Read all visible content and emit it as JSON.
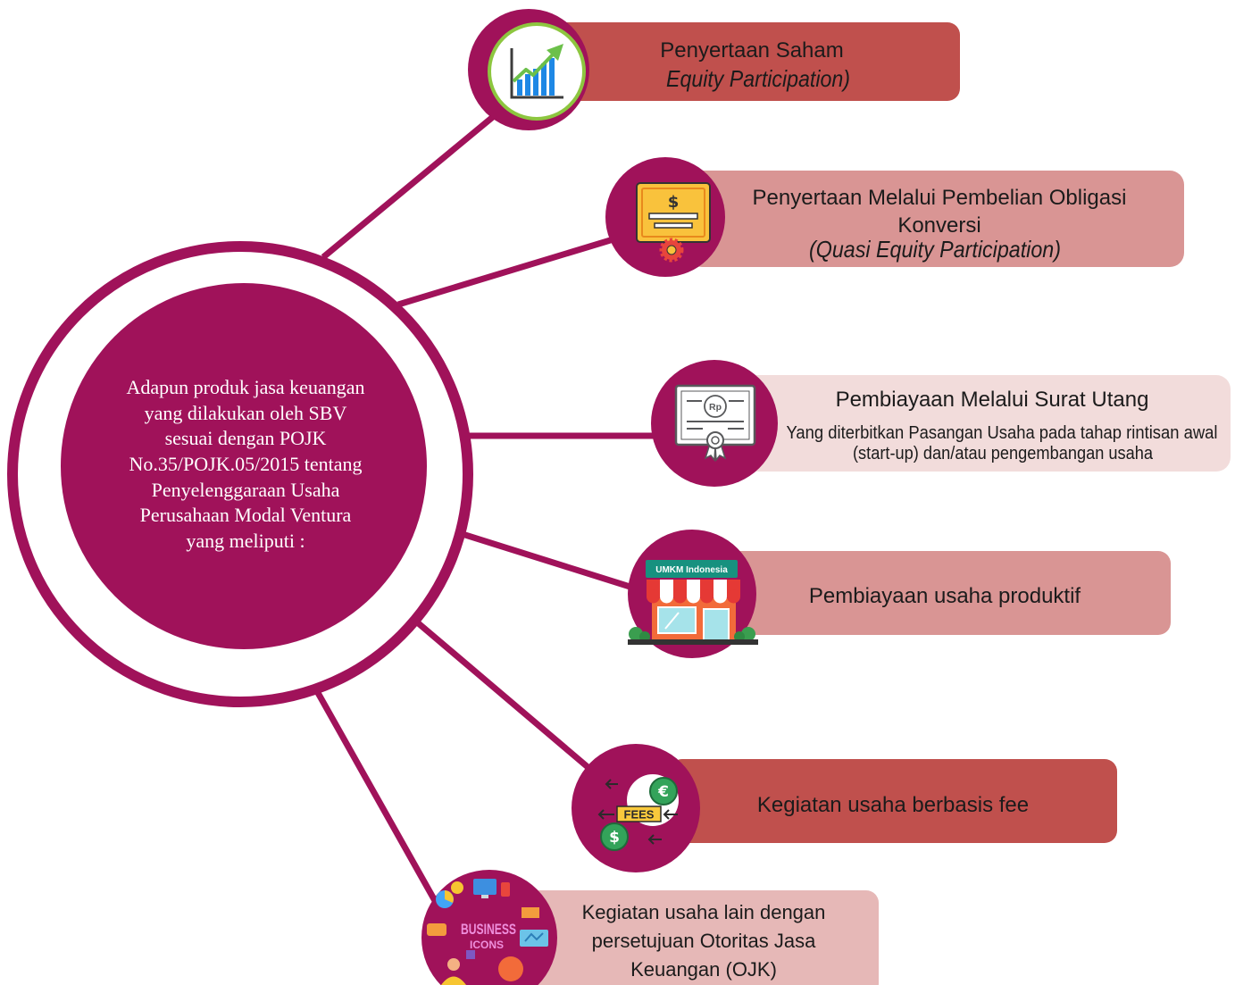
{
  "colors": {
    "primary": "#a0125a"
  },
  "center": {
    "lines": [
      "Adapun produk jasa keuangan",
      "yang dilakukan oleh SBV",
      "sesuai dengan POJK",
      "No.35/POJK.05/2015 tentang",
      "Penyelenggaraan Usaha",
      "Perusahaan Modal Ventura",
      "yang meliputi :"
    ]
  },
  "branches": [
    {
      "icon": "stock-chart-icon",
      "box_color": "#c0504d",
      "title_lines": [
        "Penyertaan Saham"
      ],
      "subtitle": "Equity Participation)"
    },
    {
      "icon": "dollar-certificate-icon",
      "icon_text": "$",
      "box_color": "#d99594",
      "title_lines": [
        "Penyertaan Melalui Pembelian Obligasi",
        "Konversi"
      ],
      "subtitle": "(Quasi Equity Participation)"
    },
    {
      "icon": "rupiah-certificate-icon",
      "icon_text": "Rp",
      "box_color": "#f2dcdb",
      "title_lines": [
        "Pembiayaan Melalui Surat Utang"
      ],
      "description_lines": [
        "Yang diterbitkan Pasangan Usaha pada tahap rintisan awal",
        "(start-up) dan/atau pengembangan usaha"
      ]
    },
    {
      "icon": "umkm-store-icon",
      "icon_text": "UMKM Indonesia",
      "box_color": "#d99594",
      "title_lines": [
        "Pembiayaan usaha produktif"
      ]
    },
    {
      "icon": "fees-icon",
      "icon_text": [
        "FEES",
        "€",
        "$"
      ],
      "box_color": "#c0504d",
      "title_lines": [
        "Kegiatan usaha berbasis fee"
      ]
    },
    {
      "icon": "business-icons-icon",
      "icon_text": [
        "BUSINESS",
        "ICONS"
      ],
      "box_color": "#e6b8b7",
      "title_lines": [
        "Kegiatan usaha lain dengan",
        "persetujuan Otoritas Jasa",
        "Keuangan (OJK)"
      ]
    }
  ]
}
